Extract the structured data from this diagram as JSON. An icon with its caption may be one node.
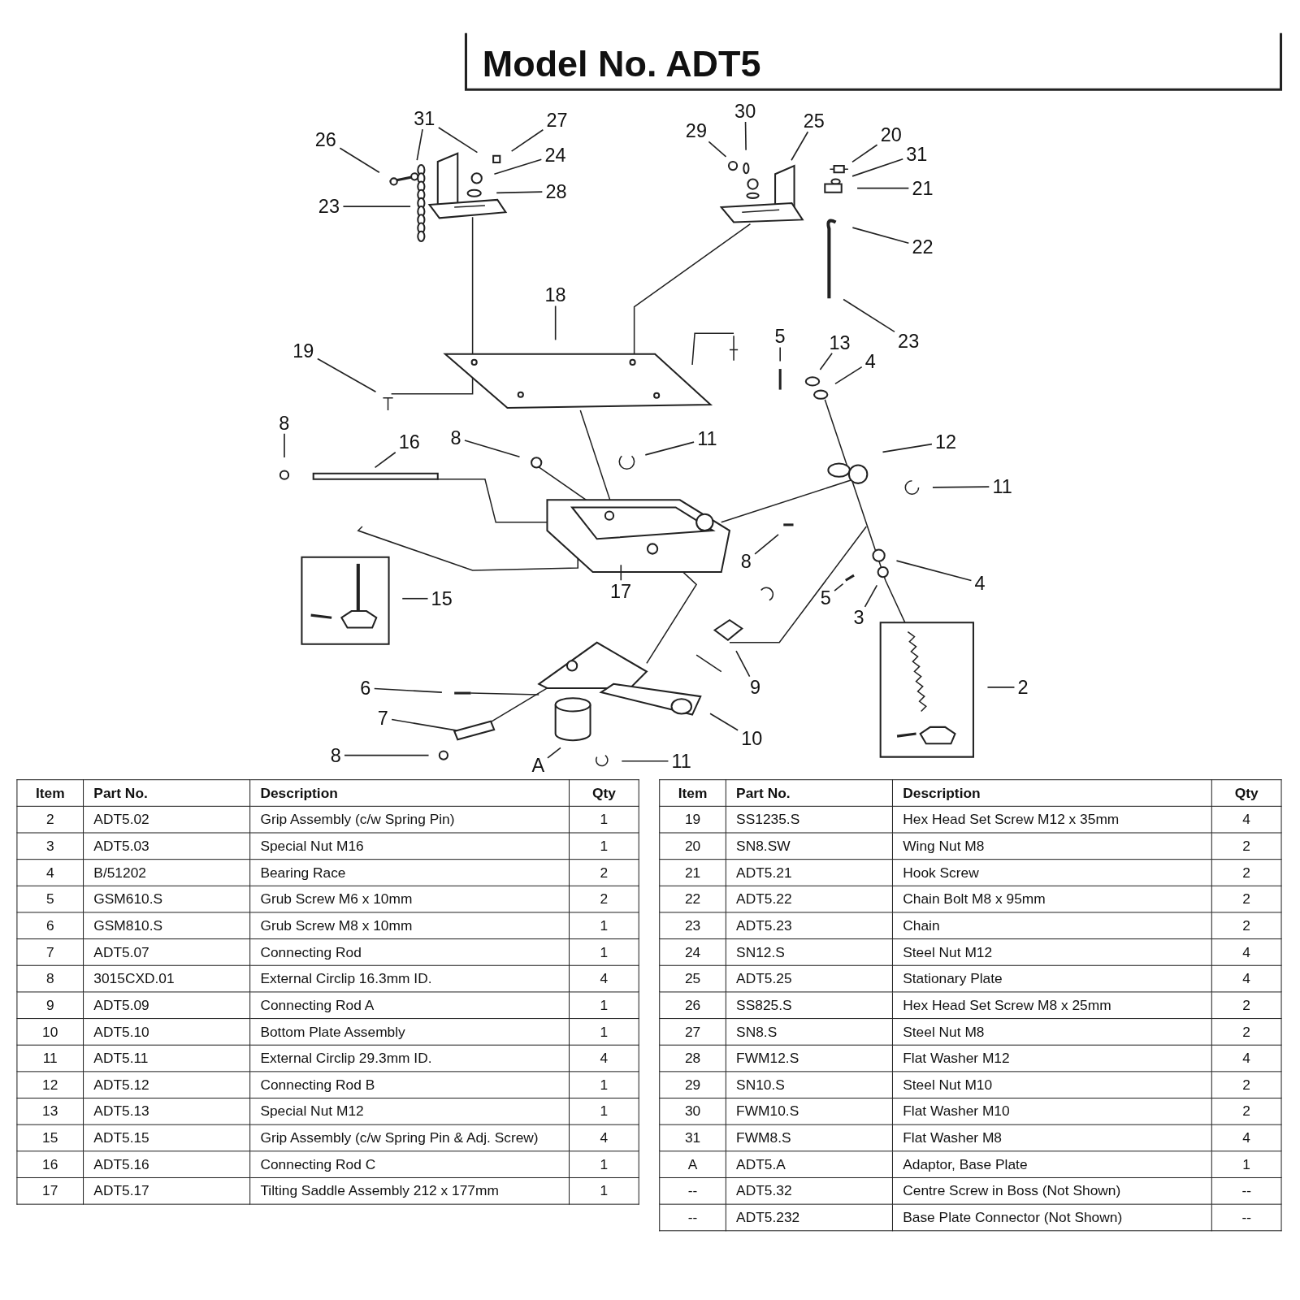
{
  "diagram": {
    "title": "Model No. ADT5",
    "nodes": [
      {
        "text": [
          "31"
        ]
      },
      {
        "text": [
          "27"
        ]
      },
      {
        "text": [
          "26"
        ]
      },
      {
        "text": [
          "24"
        ]
      },
      {
        "text": [
          "28"
        ]
      },
      {
        "text": [
          "23"
        ]
      },
      {
        "text": [
          "30"
        ]
      },
      {
        "text": [
          "29"
        ]
      },
      {
        "text": [
          "25"
        ]
      },
      {
        "text": [
          "20"
        ]
      },
      {
        "text": [
          "31"
        ]
      },
      {
        "text": [
          "21"
        ]
      },
      {
        "text": [
          "22"
        ]
      },
      {
        "text": [
          "23"
        ]
      },
      {
        "text": [
          "18"
        ]
      },
      {
        "text": [
          "19"
        ]
      },
      {
        "text": [
          "5"
        ]
      },
      {
        "text": [
          "13"
        ]
      },
      {
        "text": [
          "4"
        ]
      },
      {
        "text": [
          "8"
        ]
      },
      {
        "text": [
          "16"
        ]
      },
      {
        "text": [
          "8"
        ]
      },
      {
        "text": [
          "11"
        ]
      },
      {
        "text": [
          "12"
        ]
      },
      {
        "text": [
          "11"
        ]
      },
      {
        "text": [
          "8"
        ]
      },
      {
        "text": [
          "17"
        ]
      },
      {
        "text": [
          "15"
        ]
      },
      {
        "text": [
          "4"
        ]
      },
      {
        "text": [
          "5"
        ]
      },
      {
        "text": [
          "3"
        ]
      },
      {
        "text": [
          "2"
        ]
      },
      {
        "text": [
          "9"
        ]
      },
      {
        "text": [
          "6"
        ]
      },
      {
        "text": [
          "7"
        ]
      },
      {
        "text": [
          "10"
        ]
      },
      {
        "text": [
          "8"
        ]
      },
      {
        "text": [
          "A"
        ]
      },
      {
        "text": [
          "11"
        ]
      }
    ],
    "edges": [
      {
        "from": 0,
        "to": null,
        "arrow": "none"
      },
      {
        "from": 0,
        "to": null,
        "arrow": "none"
      },
      {
        "from": 1,
        "to": null,
        "arrow": "none"
      },
      {
        "from": 2,
        "to": null,
        "arrow": "none"
      },
      {
        "from": 3,
        "to": null,
        "arrow": "none"
      },
      {
        "from": 4,
        "to": null,
        "arrow": "none"
      },
      {
        "from": 5,
        "to": null,
        "arrow": "none"
      },
      {
        "from": 6,
        "to": null,
        "arrow": "none"
      },
      {
        "from": 7,
        "to": null,
        "arrow": "none"
      },
      {
        "from": 8,
        "to": null,
        "arrow": "none"
      },
      {
        "from": 9,
        "to": null,
        "arrow": "none"
      },
      {
        "from": 10,
        "to": null,
        "arrow": "none"
      },
      {
        "from": 11,
        "to": null,
        "arrow": "none"
      },
      {
        "from": 12,
        "to": null,
        "arrow": "none"
      },
      {
        "from": 13,
        "to": null,
        "arrow": "none"
      },
      {
        "from": 14,
        "to": null,
        "arrow": "none"
      },
      {
        "from": 15,
        "to": null,
        "arrow": "none"
      },
      {
        "from": 16,
        "to": null,
        "arrow": "none"
      },
      {
        "from": 17,
        "to": null,
        "arrow": "none"
      },
      {
        "from": 18,
        "to": null,
        "arrow": "none"
      },
      {
        "from": 19,
        "to": null,
        "arrow": "none"
      },
      {
        "from": 20,
        "to": null,
        "arrow": "none"
      },
      {
        "from": 21,
        "to": null,
        "arrow": "none"
      },
      {
        "from": 22,
        "to": null,
        "arrow": "none"
      },
      {
        "from": 23,
        "to": null,
        "arrow": "none"
      },
      {
        "from": 24,
        "to": null,
        "arrow": "none"
      },
      {
        "from": 25,
        "to": null,
        "arrow": "none"
      },
      {
        "from": 26,
        "to": null,
        "arrow": "none"
      },
      {
        "from": 27,
        "to": null,
        "arrow": "none"
      },
      {
        "from": 28,
        "to": null,
        "arrow": "none"
      },
      {
        "from": 29,
        "to": null,
        "arrow": "none"
      },
      {
        "from": 30,
        "to": null,
        "arrow": "none"
      },
      {
        "from": 31,
        "to": null,
        "arrow": "none"
      },
      {
        "from": 32,
        "to": null,
        "arrow": "none"
      },
      {
        "from": 33,
        "to": null,
        "arrow": "none"
      },
      {
        "from": 34,
        "to": null,
        "arrow": "none"
      },
      {
        "from": 35,
        "to": null,
        "arrow": "none"
      },
      {
        "from": 36,
        "to": null,
        "arrow": "none"
      },
      {
        "from": 37,
        "to": null,
        "arrow": "none"
      },
      {
        "from": 38,
        "to": null,
        "arrow": "none"
      }
    ],
    "labels": [
      "Item",
      "Part No.",
      "Description",
      "Qty",
      "2",
      "ADT5.02",
      "Grip Assembly (c/w Spring Pin)",
      "1",
      "3",
      "ADT5.03",
      "Special Nut M16",
      "1",
      "4",
      "B/51202",
      "Bearing Race",
      "2",
      "5",
      "GSM610.S",
      "Grub Screw M6 x 10mm",
      "2",
      "6",
      "GSM810.S",
      "Grub Screw M8 x 10mm",
      "1",
      "7",
      "ADT5.07",
      "Connecting Rod",
      "1",
      "8",
      "3015CXD.01",
      "External Circlip 16.3mm ID.",
      "4",
      "9",
      "ADT5.09",
      "Connecting Rod A",
      "1",
      "10",
      "ADT5.10",
      "Bottom Plate Assembly",
      "1",
      "11",
      "ADT5.11",
      "External Circlip 29.3mm ID.",
      "4",
      "12",
      "ADT5.12",
      "Connecting Rod B",
      "1",
      "13",
      "ADT5.13",
      "Special Nut M12",
      "1",
      "15",
      "ADT5.15",
      "Grip Assembly (c/w Spring Pin & Adj. Screw)",
      "4",
      "16",
      "ADT5.16",
      "Connecting Rod C",
      "1",
      "17",
      "ADT5.17",
      "Tilting Saddle Assembly 212 x 177mm",
      "1",
      "Item",
      "Part No.",
      "Description",
      "Qty",
      "19",
      "SS1235.S",
      "Hex Head Set Screw M12 x 35mm",
      "4",
      "20",
      "SN8.SW",
      "Wing Nut M8",
      "2",
      "21",
      "ADT5.21",
      "Hook Screw",
      "2",
      "22",
      "ADT5.22",
      "Chain Bolt M8 x 95mm",
      "2",
      "23",
      "ADT5.23",
      "Chain",
      "2",
      "24",
      "SN12.S",
      "Steel Nut M12",
      "4",
      "25",
      "ADT5.25",
      "Stationary Plate",
      "4",
      "26",
      "SS825.S",
      "Hex Head Set Screw M8 x 25mm",
      "2",
      "27",
      "SN8.S",
      "Steel Nut M8",
      "2",
      "28",
      "FWM12.S",
      "Flat Washer M12",
      "4",
      "29",
      "SN10.S",
      "Steel Nut M10",
      "2",
      "30",
      "FWM10.S",
      "Flat Washer M10",
      "2",
      "31",
      "FWM8.S",
      "Flat Washer M8",
      "4",
      "A",
      "ADT5.A",
      "Adaptor, Base Plate",
      "1",
      "--",
      "ADT5.32",
      "Centre Screw in Boss (Not Shown)",
      "--",
      "--",
      "ADT5.232",
      "Base Plate Connector (Not Shown)",
      "--"
    ]
  }
}
